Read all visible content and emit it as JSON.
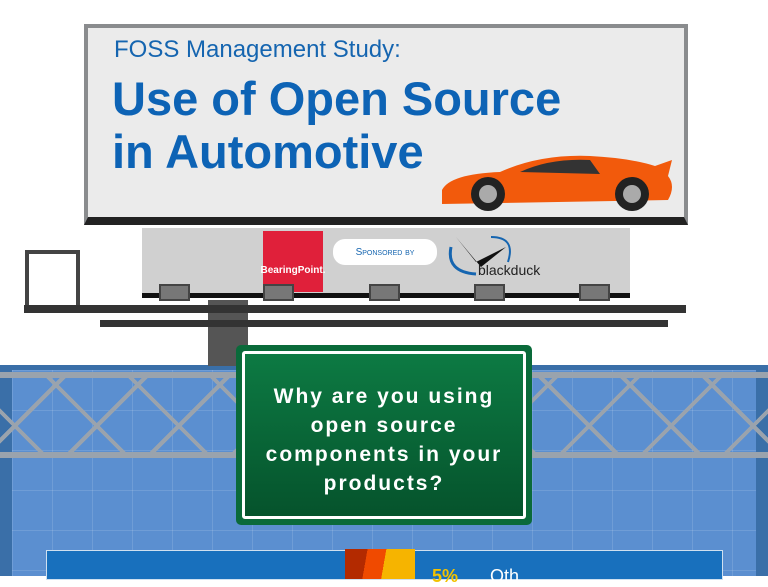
{
  "billboard": {
    "subtitle": "FOSS Management Study:",
    "title_line1": "Use of Open Source",
    "title_line2": "in Automotive"
  },
  "sponsors": {
    "bearingpoint": "BearingPoint.",
    "sponsored_by": "Sponsored by",
    "blackduck": "blackduck"
  },
  "sign": {
    "question": "Why are you using open source components in your products?"
  },
  "results": [
    {
      "percent": "5%",
      "label": "Oth"
    }
  ],
  "colors": {
    "title_blue": "#0d63b5",
    "sign_green": "#0a6a3a",
    "bearingpoint_red": "#e0203a",
    "highlight_yellow": "#f2c200"
  }
}
